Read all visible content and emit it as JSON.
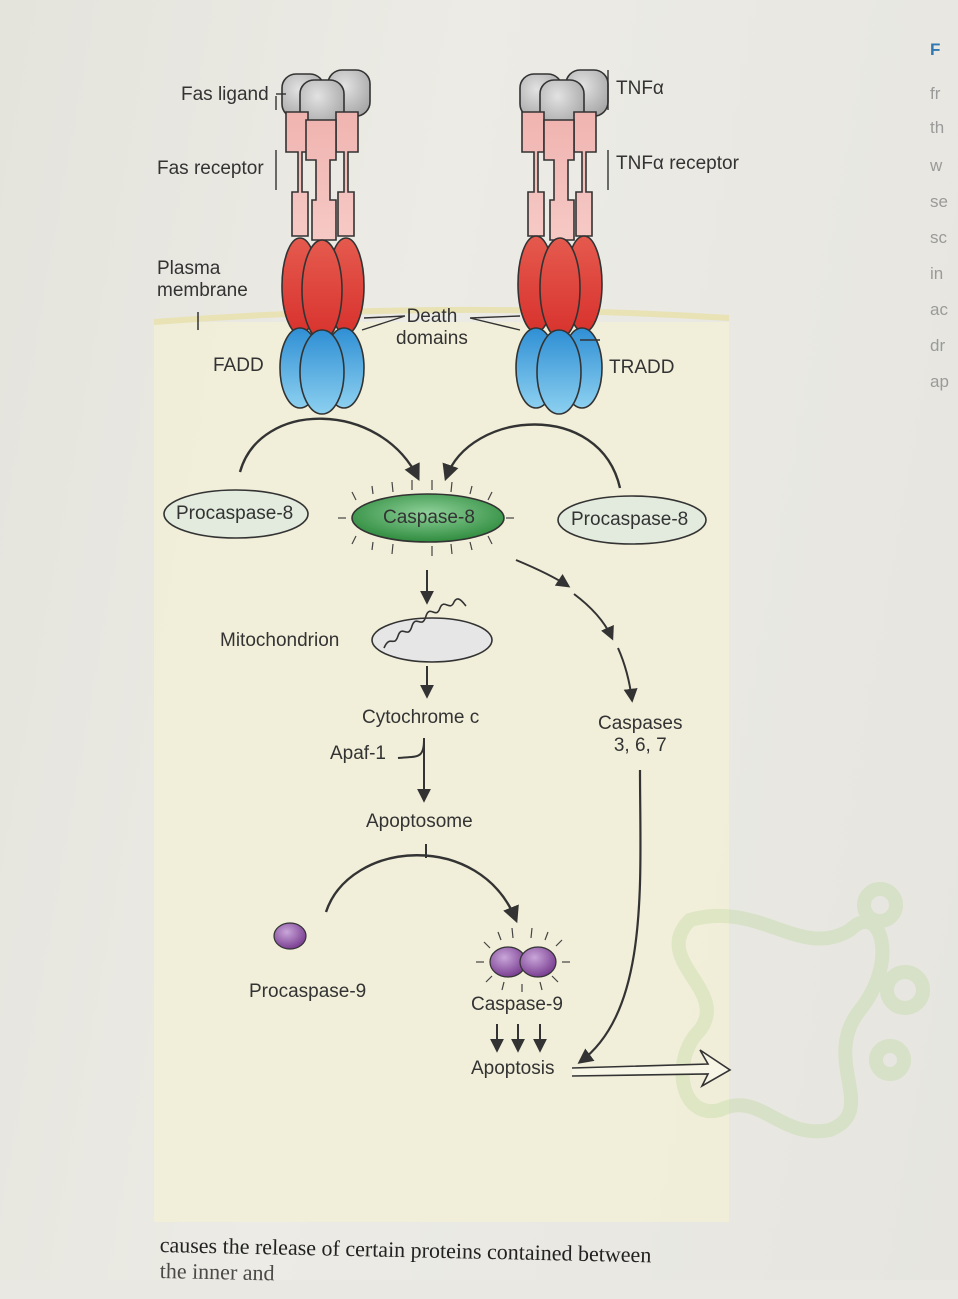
{
  "labels": {
    "fas_ligand": "Fas ligand",
    "fas_receptor": "Fas receptor",
    "plasma_membrane": "Plasma\nmembrane",
    "fadd": "FADD",
    "death_domains": "Death\ndomains",
    "tnf_alpha": "TNFα",
    "tnf_alpha_receptor": "TNFα receptor",
    "tradd": "TRADD",
    "procaspase8_left": "Procaspase-8",
    "caspase8": "Caspase-8",
    "procaspase8_right": "Procaspase-8",
    "mitochondrion": "Mitochondrion",
    "cytochrome_c": "Cytochrome c",
    "apaf1": "Apaf-1",
    "apoptosome": "Apoptosome",
    "caspases_367": "Caspases\n3, 6, 7",
    "procaspase9": "Procaspase-9",
    "caspase9": "Caspase-9",
    "apoptosis": "Apoptosis"
  },
  "caption": {
    "line1": "causes the release of certain proteins contained between",
    "line2": "the inner and"
  },
  "side_text": [
    "F",
    "fr",
    "th",
    "w",
    "se",
    "sc",
    "in",
    "ac",
    "dr",
    "ap"
  ],
  "colors": {
    "ligand": "#c8c8c8",
    "receptor_extracellular": "#f2b8b5",
    "receptor_intracellular": "#e0443a",
    "adaptor": "#4fa9de",
    "caspase8_active": "#3d9d4c",
    "procaspase": "#dfe9d9",
    "caspase9": "#8e5aa3",
    "cell_panel": "#f3f0d6"
  }
}
